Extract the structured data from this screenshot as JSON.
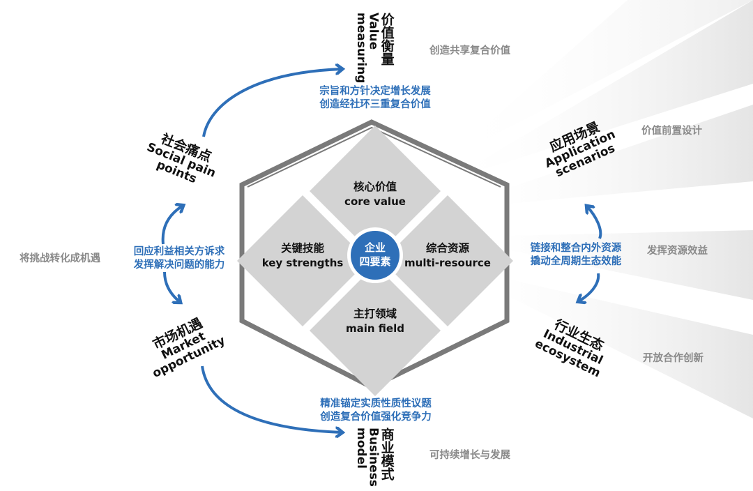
{
  "colors": {
    "accent_blue": "#2e6fb8",
    "hex_frame": "#7a7a7a",
    "diamond_fill": "#d3d3d3",
    "side_note_gray": "#8a8a8a",
    "text_dark": "#111111"
  },
  "center": {
    "line1": "企业",
    "line2": "四要素"
  },
  "quadrants": {
    "top": {
      "zh": "核心价值",
      "en": "core value"
    },
    "left": {
      "zh": "关键技能",
      "en": "key strengths"
    },
    "right": {
      "zh": "综合资源",
      "en": "multi-resource"
    },
    "bottom": {
      "zh": "主打领域",
      "en": "main field"
    }
  },
  "nodes": {
    "value_measuring": {
      "zh": "价值衡量",
      "en1": "Value",
      "en2": "measuring"
    },
    "social_pain_points": {
      "zh": "社会痛点",
      "en1": "Social pain",
      "en2": "points"
    },
    "application_scenarios": {
      "zh": "应用场景",
      "en1": "Application",
      "en2": "scenarios"
    },
    "industrial_ecosystem": {
      "zh": "行业生态",
      "en1": "Industrial",
      "en2": "ecosystem"
    },
    "market_opportunity": {
      "zh": "市场机遇",
      "en1": "Market",
      "en2": "opportunity"
    },
    "business_model": {
      "zh": "商业模式",
      "en1": "Business",
      "en2": "model"
    }
  },
  "captions": {
    "top": {
      "line1": "宗旨和方针决定增长发展",
      "line2": "创造经社环三重复合价值"
    },
    "left": {
      "line1": "回应利益相关方诉求",
      "line2": "发挥解决问题的能力"
    },
    "right": {
      "line1": "链接和整合内外资源",
      "line2": "撬动全周期生态效能"
    },
    "bottom": {
      "line1": "精准锚定实质性质性议题",
      "line2": "创造复合价值强化竞争力"
    }
  },
  "side_notes": {
    "shared_value": "创造共享复合价值",
    "value_design": "价值前置设计",
    "challenge": "将挑战转化成机遇",
    "resource_effect": "发挥资源效益",
    "open_innovation": "开放合作创新",
    "sustainable": "可持续增长与发展"
  }
}
